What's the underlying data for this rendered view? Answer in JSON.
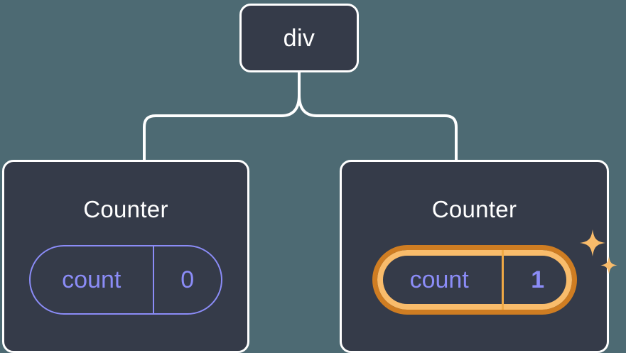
{
  "diagram": {
    "type": "component-tree",
    "background_color": "#4d6a73",
    "node_fill_color": "#353b49",
    "node_border_color": "#ffffff",
    "state_color": "#8b8cf7",
    "highlight_outer_color": "#cf7d22",
    "highlight_inner_color": "#f9bc6b",
    "sparkle_color": "#f9bc6b",
    "connector_color": "#ffffff"
  },
  "root": {
    "label": "div"
  },
  "children": [
    {
      "id": "counter-left",
      "label": "Counter",
      "state": {
        "key": "count",
        "value": "0"
      },
      "highlighted": false,
      "sparkles": false
    },
    {
      "id": "counter-right",
      "label": "Counter",
      "state": {
        "key": "count",
        "value": "1"
      },
      "highlighted": true,
      "sparkles": true
    }
  ],
  "icons": {
    "sparkle_large": "sparkle-icon",
    "sparkle_small": "sparkle-icon"
  }
}
